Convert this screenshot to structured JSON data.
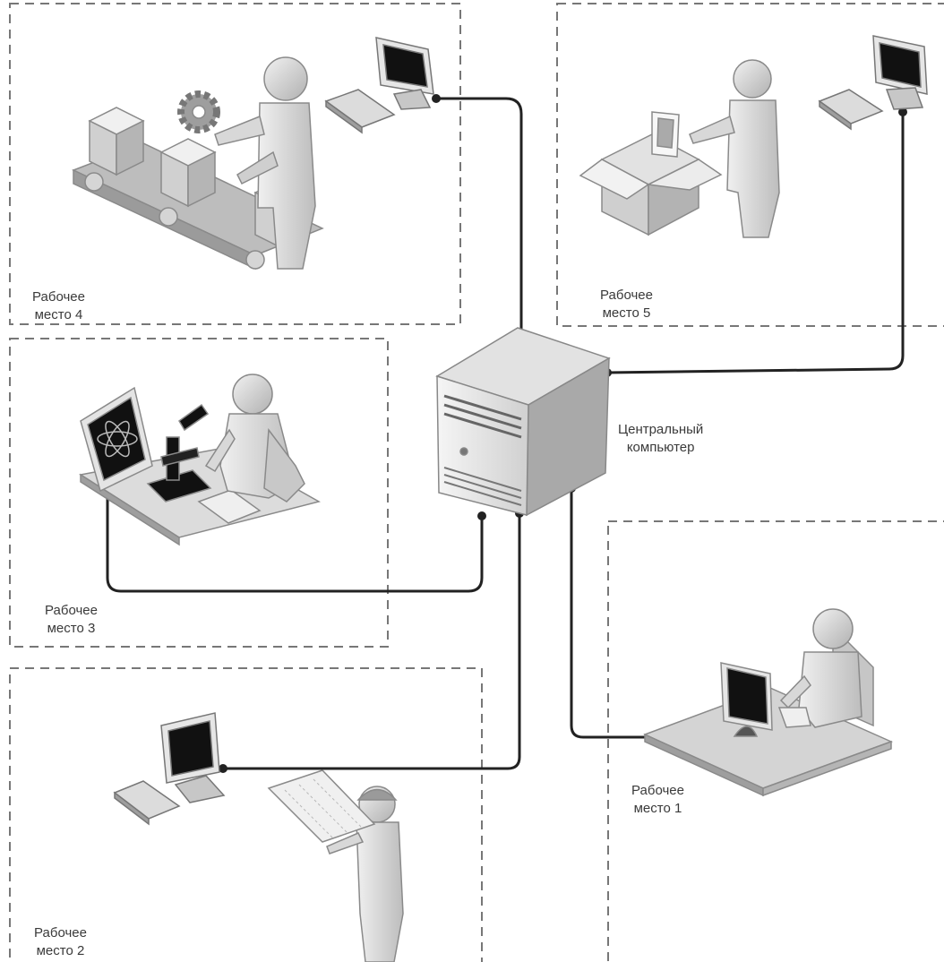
{
  "server": {
    "label_line1": "Центральный",
    "label_line2": "компьютер"
  },
  "workplaces": [
    {
      "id": 1,
      "line1": "Рабочее",
      "line2": "место 1"
    },
    {
      "id": 2,
      "line1": "Рабочее",
      "line2": "место 2"
    },
    {
      "id": 3,
      "line1": "Рабочее",
      "line2": "место 3"
    },
    {
      "id": 4,
      "line1": "Рабочее",
      "line2": "место 4"
    },
    {
      "id": 5,
      "line1": "Рабочее",
      "line2": "место 5"
    }
  ],
  "colors": {
    "background_edge": "#d7f2ea",
    "line": "#222222",
    "dash": "#777777",
    "figure_light": "#e6e6e6",
    "figure_mid": "#c4c4c4",
    "figure_dark": "#8c8c8c"
  }
}
